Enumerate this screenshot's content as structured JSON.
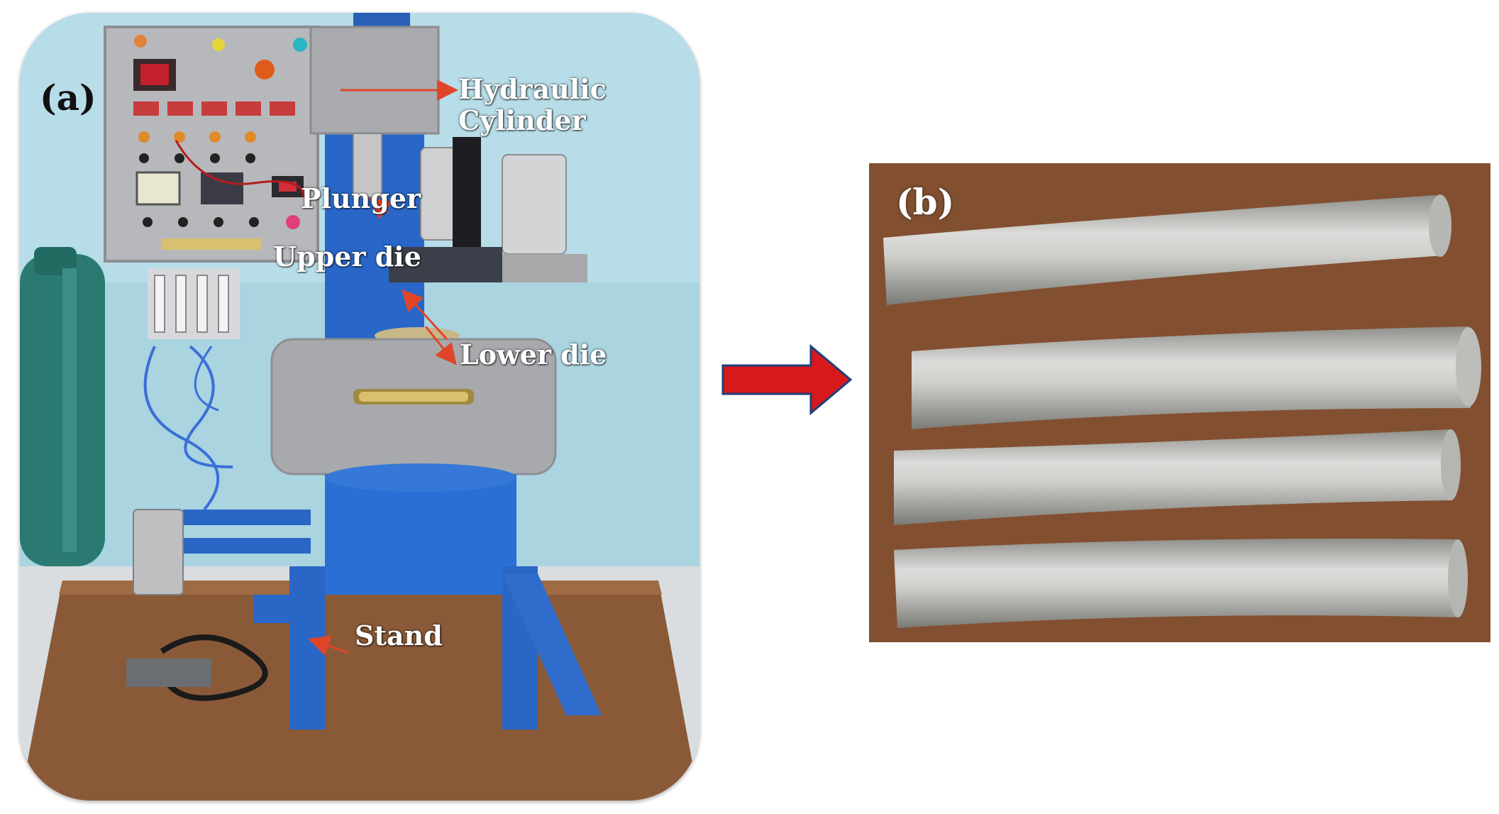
{
  "panel_a": {
    "label": "(a)",
    "callouts": {
      "hydraulic_line1": "Hydraulic",
      "hydraulic_line2": "Cylinder",
      "plunger": "Plunger",
      "upper_die": "Upper die",
      "lower_die": "Lower die",
      "stand": "Stand"
    }
  },
  "panel_b": {
    "label": "(b)"
  },
  "colors": {
    "arrow_red": "#d7191c",
    "callout_arrow": "#e0452a",
    "wall": "#a7d3df",
    "machine_blue": "#2867c8",
    "panel_grey": "#b7b8bc",
    "wood": "#8a5a38",
    "rod_silver": "#c9c9c7"
  }
}
